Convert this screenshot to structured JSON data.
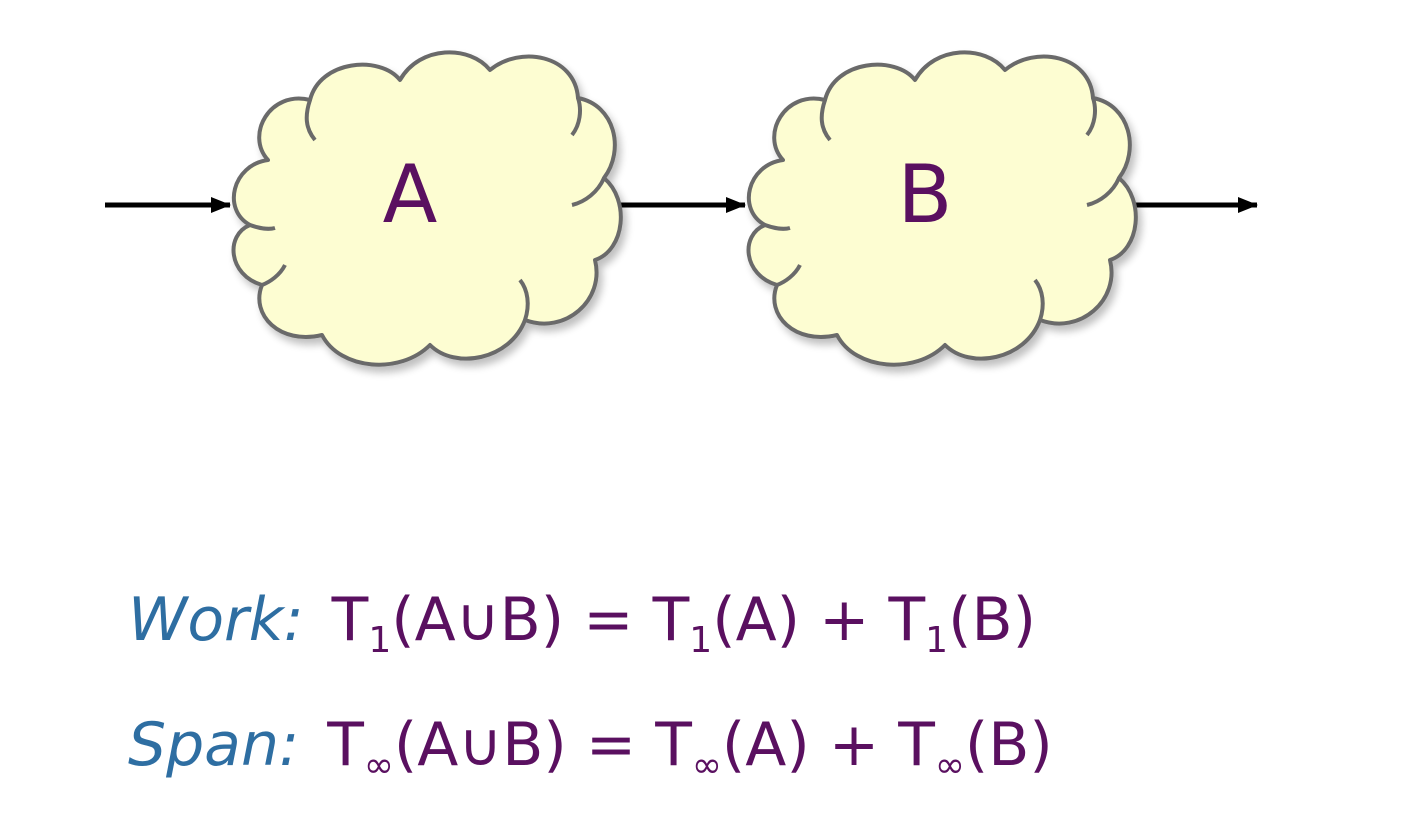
{
  "diagram": {
    "node_a_label": "A",
    "node_b_label": "B"
  },
  "formulas": {
    "work": {
      "keyword": "Work:",
      "lhs_fn": "T",
      "lhs_sub": "1",
      "lhs_arg": "(A∪B)",
      "eq": "=",
      "t1_fn": "T",
      "t1_sub": "1",
      "t1_arg": "(A)",
      "plus": "+",
      "t2_fn": "T",
      "t2_sub": "1",
      "t2_arg": "(B)"
    },
    "span": {
      "keyword": "Span:",
      "lhs_fn": "T",
      "lhs_sub": "∞",
      "lhs_arg": "(A∪B)",
      "eq": "=",
      "t1_fn": "T",
      "t1_sub": "∞",
      "t1_arg": "(A)",
      "plus": "+",
      "t2_fn": "T",
      "t2_sub": "∞",
      "t2_arg": "(B)"
    }
  },
  "colors": {
    "cloud_fill": "#fdfdd2",
    "cloud_stroke": "#6b6b6b",
    "label_text": "#5a1060",
    "keyword_text": "#2e6ea2",
    "arrow": "#000000"
  }
}
